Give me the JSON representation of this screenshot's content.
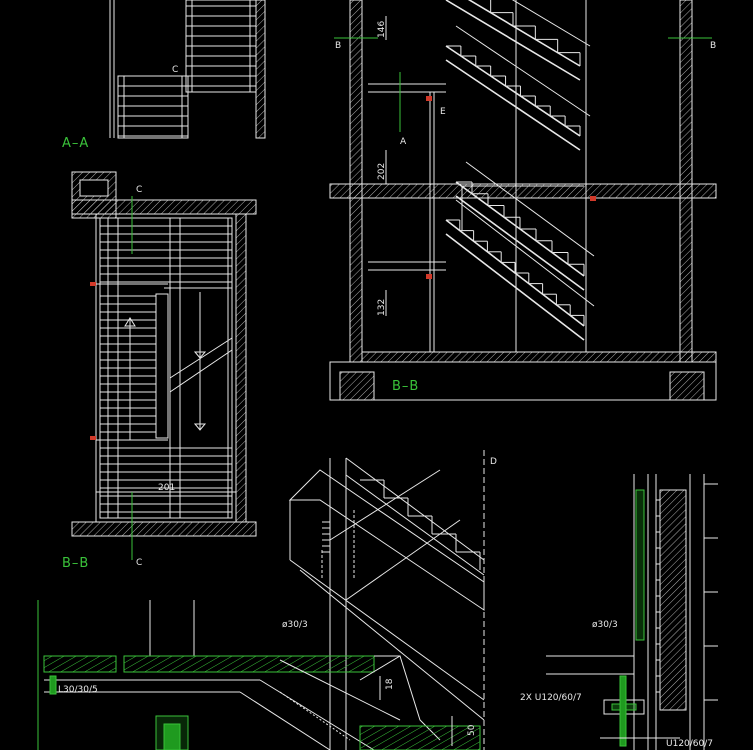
{
  "labels": {
    "section_aa": "A–A",
    "section_bb_plan": "B–B",
    "section_bb_elev": "B–B",
    "c": "C",
    "d": "D",
    "e": "E",
    "a": "A",
    "b": "B",
    "dim_146": "146",
    "dim_202": "202",
    "dim_132": "132",
    "dim_201": "201",
    "dim_18": "18",
    "dim_50": "50",
    "pipe_30_left": "ø30/3",
    "pipe_30_right": "ø30/3",
    "angle_l30": "L30/30/5",
    "channel_2x": "2X U120/60/7",
    "channel_u120": "U120/60/7"
  },
  "colors": {
    "lines": "#e8e8e8",
    "annotation": "#3ac23a",
    "marker": "#d23a2a",
    "background": "#000000"
  }
}
